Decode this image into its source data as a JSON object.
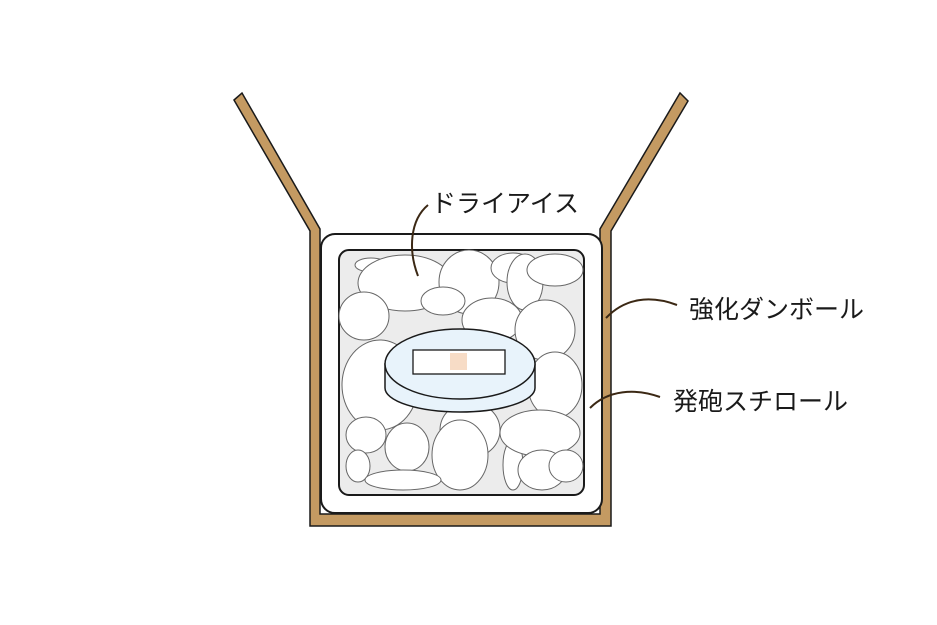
{
  "labels": {
    "dry_ice": "ドライアイス",
    "cardboard": "強化ダンボール",
    "styrofoam": "発砲スチロール"
  },
  "colors": {
    "cardboard": "#c49a62",
    "outline": "#1a1a1a",
    "leader": "#3b2814",
    "foam_box": "#ffffff",
    "cavity": "#ececec",
    "ice": "#ffffff",
    "container_top": "#e8f3fb",
    "sample": "#f7dcc6"
  }
}
